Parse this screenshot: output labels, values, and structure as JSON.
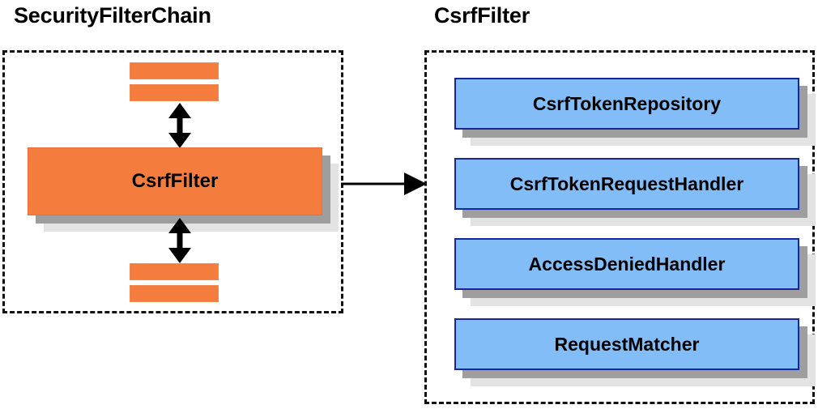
{
  "diagram": {
    "background_color": "#ffffff",
    "panels": [
      {
        "id": "security-filter-chain",
        "title": "SecurityFilterChain",
        "border_style": "dashed",
        "border_color": "#111111"
      },
      {
        "id": "csrf-filter",
        "title": "CsrfFilter",
        "border_style": "dashed",
        "border_color": "#111111"
      }
    ],
    "left_panel": {
      "title": "SecurityFilterChain",
      "highlighted_node": {
        "label": "CsrfFilter",
        "fill_color": "#F47C3C",
        "border_color": "#E8703A",
        "shadow_near_color": "#9e9e9e",
        "shadow_far_color": "#e3e3e3"
      },
      "stub_bars_above": [
        {
          "label": "",
          "fill_color": "#F47C3C"
        },
        {
          "label": "",
          "fill_color": "#F47C3C"
        }
      ],
      "stub_bars_below": [
        {
          "label": "",
          "fill_color": "#F47C3C"
        },
        {
          "label": "",
          "fill_color": "#F47C3C"
        }
      ],
      "connectors": [
        {
          "name": "arrow-above-csrffilter",
          "direction": "double-vertical",
          "color": "#000000"
        },
        {
          "name": "arrow-below-csrffilter",
          "direction": "double-vertical",
          "color": "#000000"
        }
      ]
    },
    "right_panel": {
      "title": "CsrfFilter",
      "collaborators": [
        {
          "label": "CsrfTokenRepository",
          "fill_color": "#82BDF7",
          "border_color": "#16269B"
        },
        {
          "label": "CsrfTokenRequestHandler",
          "fill_color": "#82BDF7",
          "border_color": "#16269B"
        },
        {
          "label": "AccessDeniedHandler",
          "fill_color": "#82BDF7",
          "border_color": "#16269B"
        },
        {
          "label": "RequestMatcher",
          "fill_color": "#82BDF7",
          "border_color": "#16269B"
        }
      ]
    },
    "cross_panel_connector": {
      "name": "expands-into-arrow",
      "direction": "right",
      "color": "#000000",
      "from": "SecurityFilterChain",
      "to": "CsrfFilter"
    }
  }
}
